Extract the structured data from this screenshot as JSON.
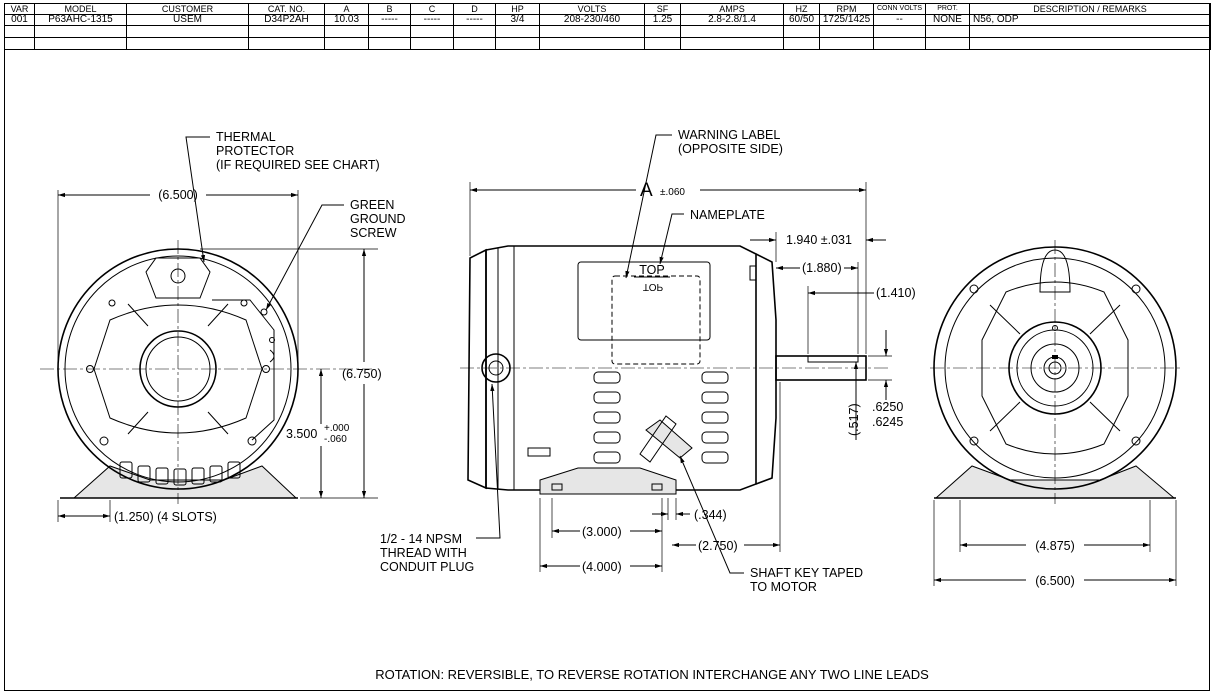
{
  "spec_table": {
    "headers": [
      "VAR",
      "MODEL",
      "CUSTOMER",
      "CAT. NO.",
      "A",
      "B",
      "C",
      "D",
      "HP",
      "VOLTS",
      "SF",
      "AMPS",
      "HZ",
      "RPM",
      "CONN VOLTS",
      "PROT.",
      "DESCRIPTION / REMARKS"
    ],
    "rows": [
      [
        "001",
        "P63AHC-1315",
        "USEM",
        "D34P2AH",
        "10.03",
        "-----",
        "-----",
        "-----",
        "3/4",
        "208-230/460",
        "1.25",
        "2.8-2.8/1.4",
        "60/50",
        "1725/1425",
        "--",
        "NONE",
        "N56, ODP"
      ]
    ]
  },
  "front_view": {
    "thermal_protector": [
      "THERMAL",
      "PROTECTOR",
      "(IF REQUIRED SEE CHART)"
    ],
    "ground_screw": [
      "GREEN",
      "GROUND",
      "SCREW"
    ],
    "width_dim": "(6.500)",
    "height_dim": "(6.750)",
    "shaft_height_value": "3.500",
    "shaft_height_tol_plus": "+.000",
    "shaft_height_tol_minus": "-.060",
    "slots_dim": "(1.250) (4 SLOTS)"
  },
  "side_view": {
    "warning_label": [
      "WARNING LABEL",
      "(OPPOSITE SIDE)"
    ],
    "overall_letter": "A",
    "overall_tol": "±.060",
    "nameplate": "NAMEPLATE",
    "top_label": "TOP",
    "top_mirror": "TOP",
    "shaft_ext": "1.940 ±.031",
    "dim_1880": "(1.880)",
    "dim_1410": "(1.410)",
    "key_dim": "(.517)",
    "shaft_dia_max": ".6250",
    "shaft_dia_min": ".6245",
    "conduit": [
      "1/2 - 14 NPSM",
      "THREAD WITH",
      "CONDUIT PLUG"
    ],
    "dim_3000": "(3.000)",
    "dim_4000": "(4.000)",
    "dim_344": "(.344)",
    "dim_2750": "(2.750)",
    "shaft_key": [
      "SHAFT KEY TAPED",
      "TO MOTOR"
    ]
  },
  "end_view": {
    "dim_4875": "(4.875)",
    "dim_6500": "(6.500)"
  },
  "rotation_note": "ROTATION: REVERSIBLE, TO REVERSE ROTATION INTERCHANGE ANY TWO LINE LEADS"
}
